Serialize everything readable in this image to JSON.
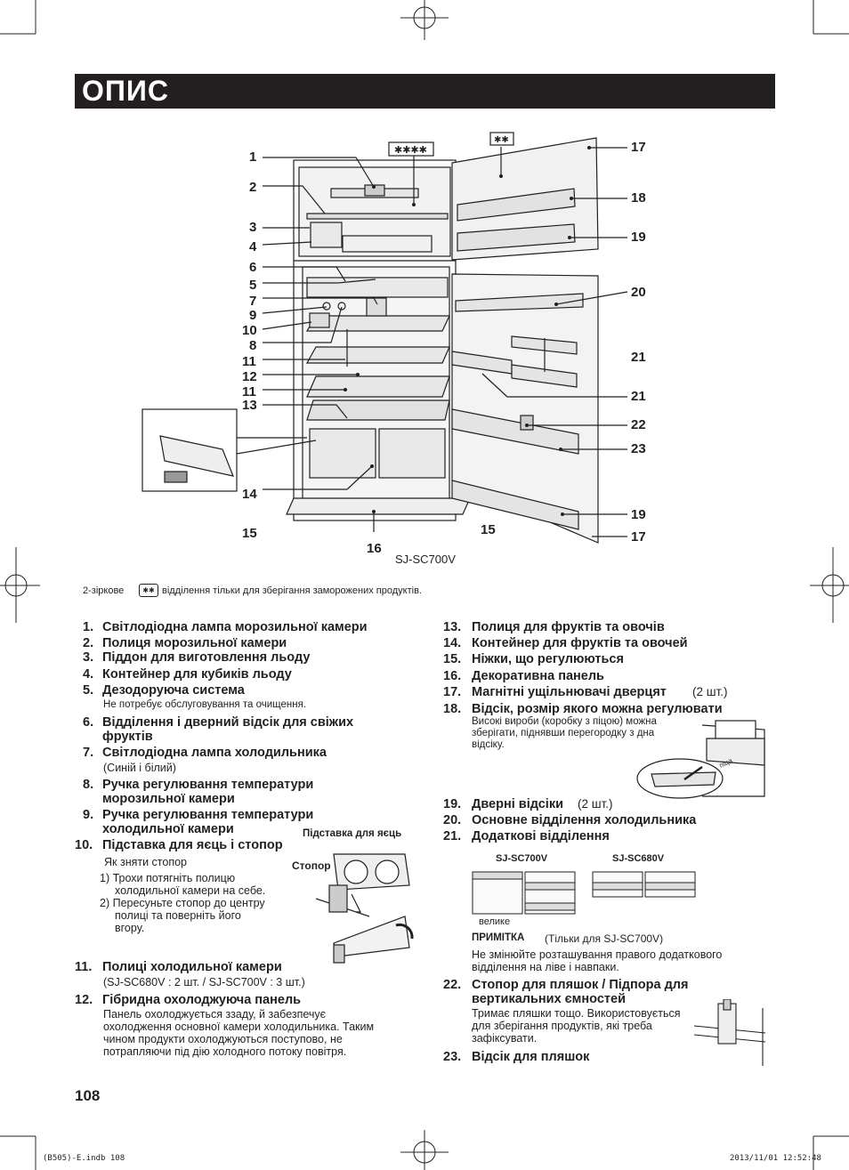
{
  "header": {
    "title": "ОПИС"
  },
  "diagram": {
    "callouts_left": [
      "1",
      "2",
      "3",
      "4",
      "6",
      "5",
      "7",
      "9",
      "10",
      "8",
      "11",
      "12",
      "11",
      "13",
      "14",
      "15"
    ],
    "callouts_right": [
      "17",
      "18",
      "19",
      "20",
      "21",
      "21",
      "22",
      "23",
      "19",
      "17"
    ],
    "callout_16": "16",
    "callout_15_right": "15",
    "model": "SJ-SC700V"
  },
  "footnote": {
    "prefix": "2-зіркове",
    "text": "відділення тільки для зберігання заморожених продуктів."
  },
  "items_left": [
    {
      "n": "1.",
      "t": "Світлодіодна лампа морозильної камери"
    },
    {
      "n": "2.",
      "t": "Полиця морозильної камери"
    },
    {
      "n": "3.",
      "t": "Піддон для виготовлення льоду"
    },
    {
      "n": "4.",
      "t": "Контейнер для кубиків льоду"
    },
    {
      "n": "5.",
      "t": "Дезодоруюча система"
    },
    {
      "n": "6.",
      "t": "Відділення і дверний відсік для свіжих"
    },
    {
      "n": "7.",
      "t": "Світлодіодна лампа холодильника"
    },
    {
      "n": "8.",
      "t": "Ручка регулювання температури"
    },
    {
      "n": "9.",
      "t": "Ручка регулювання температури"
    },
    {
      "n": "10.",
      "t": "Підставка для яєць і стопор"
    },
    {
      "n": "11.",
      "t": "Полиці холодильної камери"
    },
    {
      "n": "12.",
      "t": "Гібридна охолоджуюча панель"
    }
  ],
  "items_left_extra": {
    "i5_note": "Не потребує обслуговування та очищення.",
    "i6_line2": "фруктів",
    "i7_note": "(Синій і білий)",
    "i8_line2": "морозильної камери",
    "i9_line2": "холодильної камери",
    "i10_sub": "Як зняти стопор",
    "i10_step1a": "1) Трохи потягніть полицю",
    "i10_step1b": "холодильної камери на себе.",
    "i10_step2a": "2) Пересуньте стопор до центру",
    "i10_step2b": "полиці та поверніть його",
    "i10_step2c": "вгору.",
    "egg_label": "Підставка для яєць",
    "stopper_label": "Стопор",
    "i11_note": "(SJ-SC680V : 2 шт. / SJ-SC700V : 3 шт.)",
    "i12_l1": "Панель охолоджується ззаду, й забезпечує",
    "i12_l2": "охолодження основної камери холодильника. Таким",
    "i12_l3": "чином продукти охолоджуються поступово, не",
    "i12_l4": "потрапляючи під дію холодного потоку повітря."
  },
  "items_right": [
    {
      "n": "13.",
      "t": "Полиця для фруктів та овочів"
    },
    {
      "n": "14.",
      "t": "Контейнер для фруктів та овочей"
    },
    {
      "n": "15.",
      "t": "Ніжки, що регулюються"
    },
    {
      "n": "16.",
      "t": "Декоративна панель"
    },
    {
      "n": "17.",
      "t": "Магнітні ущільнювачі дверцят"
    },
    {
      "n": "18.",
      "t": "Відсік, розмір якого можна регулювати"
    },
    {
      "n": "19.",
      "t": "Дверні відсіки"
    },
    {
      "n": "20.",
      "t": "Основне відділення холодильника"
    },
    {
      "n": "21.",
      "t": "Додаткові відділення"
    },
    {
      "n": "22.",
      "t": "Стопор для пляшок / Підпора для"
    },
    {
      "n": "23.",
      "t": "Відсік для пляшок"
    }
  ],
  "items_right_extra": {
    "i17_qty": "(2 шт.)",
    "i18_l1": "Високі вироби (коробку з піцою) можна",
    "i18_l2": "зберігати, піднявши перегородку з дна",
    "i18_l3": "відсіку.",
    "pizza": "піца",
    "i19_qty": "(2 шт.)",
    "model_a": "SJ-SC700V",
    "model_b": "SJ-SC680V",
    "large": "велике",
    "note_label": "ПРИМІТКА",
    "note_scope": "(Тільки для SJ-SC700V)",
    "note_l1": "Не змінюйте розташування правого додаткового",
    "note_l2": "відділення на ліве і навпаки.",
    "i22_line2": "вертикальних ємностей",
    "i22_l1": "Тримає пляшки тощо. Використовується",
    "i22_l2": "для зберігання продуктів, які треба",
    "i22_l3": "зафіксувати."
  },
  "page_number": "108",
  "footer": {
    "file": "(B505)-E.indb   108",
    "date": "2013/11/01   12:52:48"
  }
}
